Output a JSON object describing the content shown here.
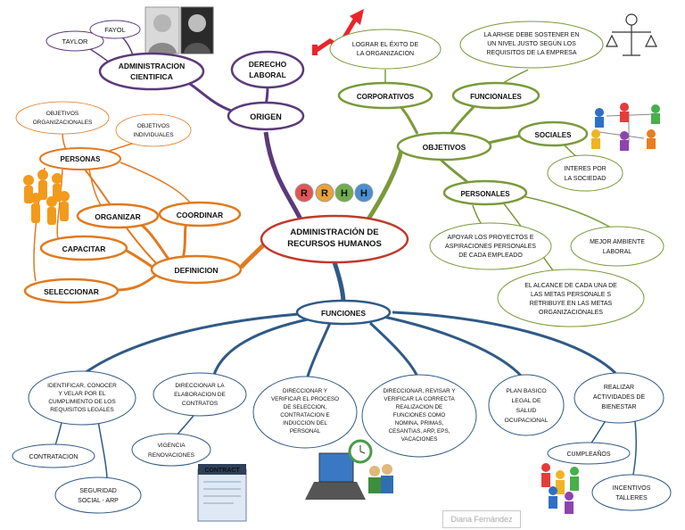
{
  "center": {
    "line1": "ADMINISTRACIÓN DE",
    "line2": "RECURSOS HUMANOS",
    "badge_letters": [
      "R",
      "R",
      "H",
      "H"
    ]
  },
  "origen": {
    "label": "ORIGEN",
    "admin_cientifica": [
      "ADMINISTRACION",
      "CIENTIFICA"
    ],
    "taylor": "TAYLOR",
    "fayol": "FAYOL",
    "derecho_laboral": [
      "DERECHO",
      "LABORAL"
    ]
  },
  "definicion": {
    "label": "DEFINICION",
    "personas": "PERSONAS",
    "objetivos_organizacionales": [
      "OBJETIVOS",
      "ORGANIZACIONALES"
    ],
    "objetivos_individuales": [
      "OBJETIVOS",
      "INDIVIDUALES"
    ],
    "organizar": "ORGANIZAR",
    "coordinar": "COORDINAR",
    "capacitar": "CAPACITAR",
    "seleccionar": "SELECCIONAR"
  },
  "objetivos": {
    "label": "OBJETIVOS",
    "corporativos": "CORPORATIVOS",
    "corporativos_detail": [
      "LOGRAR EL ÉXITO DE",
      "LA ORGANIZACION"
    ],
    "funcionales": "FUNCIONALES",
    "funcionales_detail": [
      "LA ARHSE DEBE SOSTENER EN",
      "UN NIVEL JUSTO SEGÚN LOS",
      "REQUISITOS DE LA EMPRESA"
    ],
    "sociales": "SOCIALES",
    "sociales_detail": [
      "INTERES POR",
      "LA SOCIEDAD"
    ],
    "personales": "PERSONALES",
    "personales_detail": [
      "APOYAR LOS PROYECTOS E",
      "ASPIRACIONES PERSONALES",
      "DE CADA EMPLEADO"
    ],
    "mejor_ambiente": [
      "MEJOR AMBIENTE",
      "LABORAL"
    ],
    "alcance": [
      "EL ALCANCE DE CADA UNA DE",
      "LAS METAS PERSONALE S",
      "RETRIBUYE EN LAS METAS",
      "ORGANIZACIONALES"
    ]
  },
  "funciones": {
    "label": "FUNCIONES",
    "identificar": [
      "IDENTIFICAR, CONOCER",
      "Y VELAR POR EL",
      "CUMPLIMIENTO DE LOS",
      "REQUISITOS LEGALES"
    ],
    "contratacion": "CONTRATACION",
    "seguridad": [
      "SEGURIDAD",
      "SOCIAL - ARP"
    ],
    "direccionar_contratos": [
      "DIRECCIONAR LA",
      "ELABORACION DE",
      "CONTRATOS"
    ],
    "vigencia": [
      "VIGENCIA",
      "RENOVACIONES"
    ],
    "contract_label": "CONTRACT",
    "seleccion": [
      "DIRECCIONAR Y",
      "VERIFICAR EL PROCESO",
      "DE SELECCION,",
      "CONTRATACION E",
      "INDUCCION DEL",
      "PERSONAL"
    ],
    "nomina": [
      "DIRECCIONAR, REVISAR Y",
      "VERIFICAR LA CORRECTA",
      "REALIZACION DE",
      "FUNCIONES COMO",
      "NOMINA, PRIMAS,",
      "CESANTIAS, ARP, EPS,",
      "VACACIONES"
    ],
    "plan_salud": [
      "PLAN BASICO",
      "LEGAL DE",
      "SALUD",
      "OCUPACIONAL"
    ],
    "bienestar": [
      "REALIZAR",
      "ACTIVIDADES DE",
      "BIENESTAR"
    ],
    "cumpleanos": "CUMPLEAÑOS",
    "incentivos": [
      "INCENTIVOS",
      "TALLERES"
    ]
  },
  "signature": "Diana Fernández",
  "colors": {
    "origen": "#5b3a7a",
    "definicion": "#e07a1f",
    "objetivos": "#7a9a3a",
    "funciones": "#2f5a86",
    "center": "#c0392b"
  }
}
